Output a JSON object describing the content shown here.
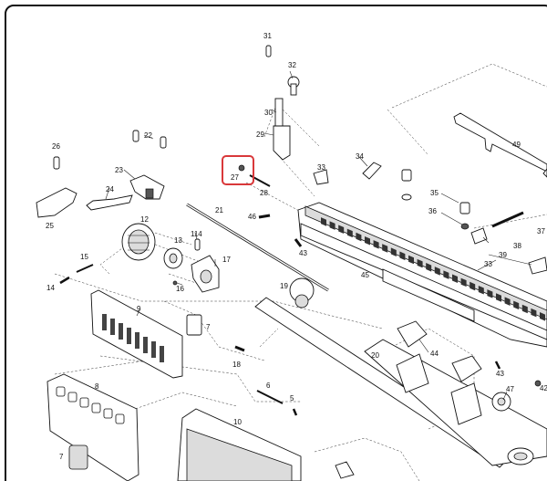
{
  "diagram": {
    "highlight_color": "#d9383a",
    "callouts": [
      {
        "id": "31",
        "text": "31"
      },
      {
        "id": "32",
        "text": "32"
      },
      {
        "id": "30",
        "text": "30"
      },
      {
        "id": "29",
        "text": "29"
      },
      {
        "id": "49",
        "text": "49"
      },
      {
        "id": "26",
        "text": "26"
      },
      {
        "id": "22",
        "text": "22"
      },
      {
        "id": "34",
        "text": "34"
      },
      {
        "id": "33a",
        "text": "33"
      },
      {
        "id": "23",
        "text": "23"
      },
      {
        "id": "27",
        "text": "27"
      },
      {
        "id": "28",
        "text": "28"
      },
      {
        "id": "35",
        "text": "35"
      },
      {
        "id": "24",
        "text": "24"
      },
      {
        "id": "25",
        "text": "25"
      },
      {
        "id": "21",
        "text": "21"
      },
      {
        "id": "12",
        "text": "12"
      },
      {
        "id": "46",
        "text": "46"
      },
      {
        "id": "36",
        "text": "36"
      },
      {
        "id": "37",
        "text": "37"
      },
      {
        "id": "114",
        "text": "114"
      },
      {
        "id": "13",
        "text": "13"
      },
      {
        "id": "17",
        "text": "17"
      },
      {
        "id": "43a",
        "text": "43"
      },
      {
        "id": "38",
        "text": "38"
      },
      {
        "id": "39",
        "text": "39"
      },
      {
        "id": "33b",
        "text": "33"
      },
      {
        "id": "15",
        "text": "15"
      },
      {
        "id": "45",
        "text": "45"
      },
      {
        "id": "14",
        "text": "14"
      },
      {
        "id": "16",
        "text": "16"
      },
      {
        "id": "19",
        "text": "19"
      },
      {
        "id": "9",
        "text": "9"
      },
      {
        "id": "7a",
        "text": "7"
      },
      {
        "id": "20",
        "text": "20"
      },
      {
        "id": "44",
        "text": "44"
      },
      {
        "id": "18",
        "text": "18"
      },
      {
        "id": "43b",
        "text": "43"
      },
      {
        "id": "8",
        "text": "8"
      },
      {
        "id": "6",
        "text": "6"
      },
      {
        "id": "47",
        "text": "47"
      },
      {
        "id": "42",
        "text": "42"
      },
      {
        "id": "5",
        "text": "5"
      },
      {
        "id": "10",
        "text": "10"
      },
      {
        "id": "7b",
        "text": "7"
      }
    ]
  }
}
